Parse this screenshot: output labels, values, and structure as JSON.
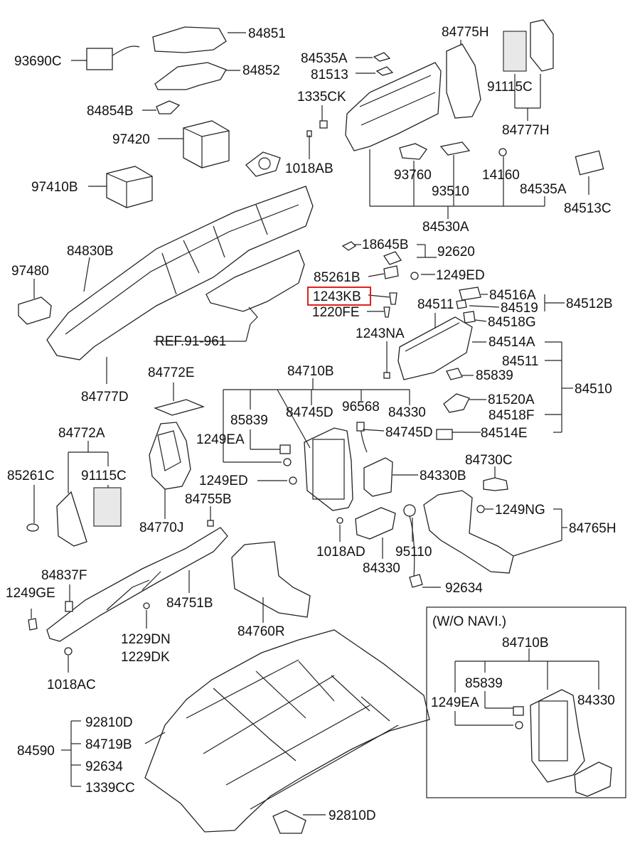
{
  "highlight_label": "1243KB",
  "labels": {
    "l84851": "84851",
    "l93690C": "93690C",
    "l84852": "84852",
    "l84854B": "84854B",
    "l97420": "97420",
    "l97410B": "97410B",
    "l84535A_top": "84535A",
    "l81513": "81513",
    "l1335CK": "1335CK",
    "l1018AB": "1018AB",
    "l84775H": "84775H",
    "l91115C_top": "91115C",
    "l84777H": "84777H",
    "l93760": "93760",
    "l93510": "93510",
    "l14160": "14160",
    "l84535A_mid": "84535A",
    "l84513C": "84513C",
    "l84530A": "84530A",
    "l84830B": "84830B",
    "l97480": "97480",
    "l18645B": "18645B",
    "l92620": "92620",
    "l85261B": "85261B",
    "l1249ED_top": "1249ED",
    "l1243KB": "1243KB",
    "l1220FE": "1220FE",
    "l84511_top": "84511",
    "l84516A": "84516A",
    "l84519": "84519",
    "l84512B": "84512B",
    "l84518G": "84518G",
    "l1243NA": "1243NA",
    "lREF": "REF.91-961",
    "l84777D": "84777D",
    "l84514A": "84514A",
    "l84511_mid": "84511",
    "l85839_right": "85839",
    "l84510": "84510",
    "l81520A": "81520A",
    "l84518F": "84518F",
    "l84514E": "84514E",
    "l84772E": "84772E",
    "l84710B": "84710B",
    "l85839_mid": "85839",
    "l84745D_a": "84745D",
    "l96568": "96568",
    "l84330_a": "84330",
    "l84745D_b": "84745D",
    "l84772A": "84772A",
    "l1249EA": "1249EA",
    "l85261C": "85261C",
    "l91115C_low": "91115C",
    "l1249ED_low": "1249ED",
    "l84730C": "84730C",
    "l84330B": "84330B",
    "l84770J": "84770J",
    "l84755B": "84755B",
    "l1249NG": "1249NG",
    "l84765H": "84765H",
    "l1018AD": "1018AD",
    "l95110": "95110",
    "l84330_b": "84330",
    "l84837F": "84837F",
    "l1249GE": "1249GE",
    "l84751B": "84751B",
    "l92634_right": "92634",
    "l84760R": "84760R",
    "l1229DN": "1229DN",
    "l1229DK": "1229DK",
    "l1018AC": "1018AC",
    "lWONAVI": "(W/O NAVI.)",
    "l84710B_box": "84710B",
    "l85839_box": "85839",
    "l84330_box": "84330",
    "l1249EA_box": "1249EA",
    "l92810D_top": "92810D",
    "l84590": "84590",
    "l84719B": "84719B",
    "l92634_low": "92634",
    "l1339CC": "1339CC",
    "l92810D_low": "92810D"
  }
}
